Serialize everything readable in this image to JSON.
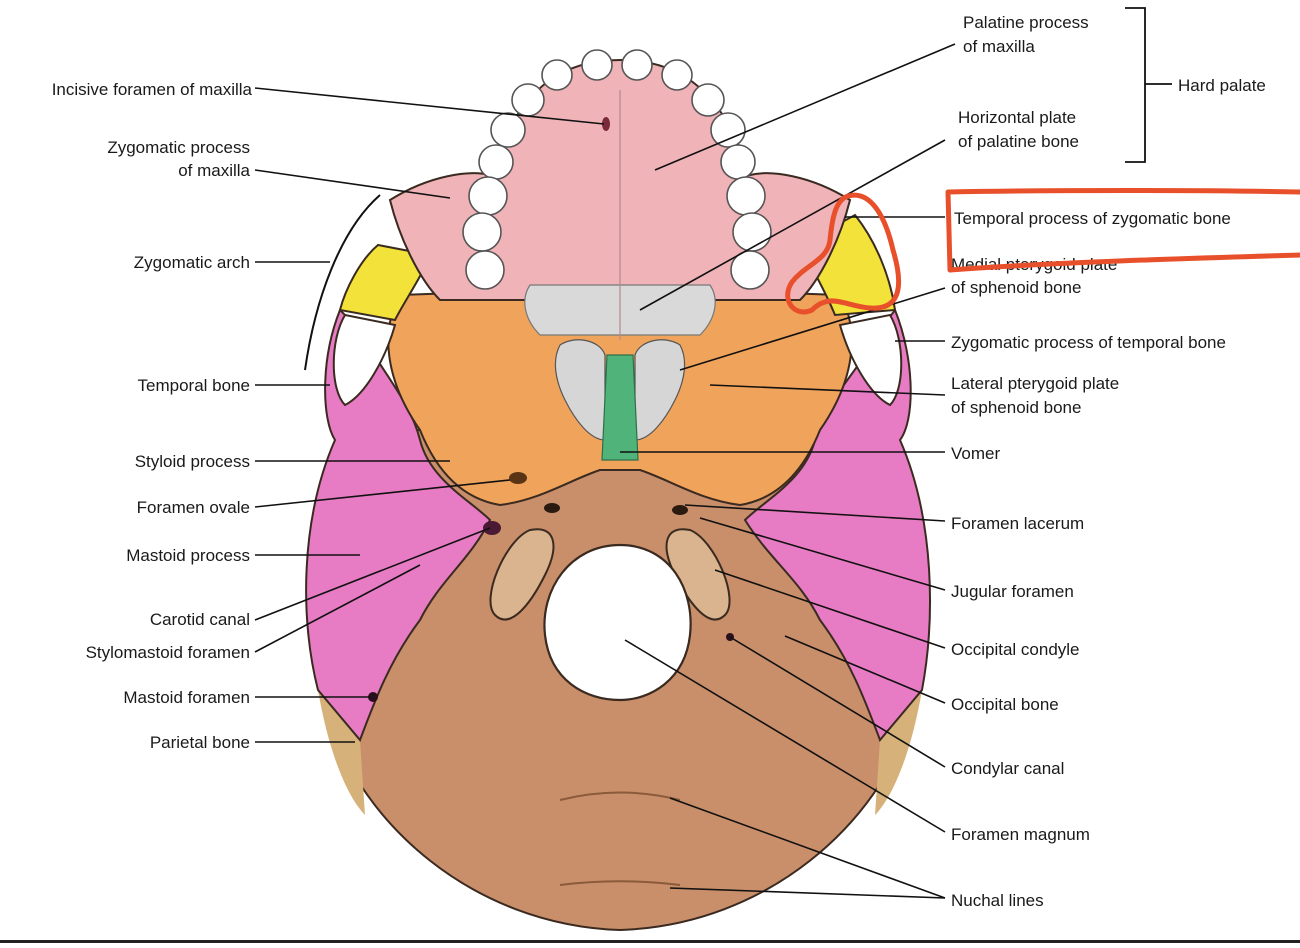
{
  "labels_left": [
    {
      "key": "incisive",
      "text": "Incisive foramen of maxilla"
    },
    {
      "key": "zyg_max_1",
      "text": "Zygomatic process"
    },
    {
      "key": "zyg_max_2",
      "text": "of maxilla"
    },
    {
      "key": "zyg_arch",
      "text": "Zygomatic arch"
    },
    {
      "key": "temporal",
      "text": "Temporal bone"
    },
    {
      "key": "styloid",
      "text": "Styloid process"
    },
    {
      "key": "ovale",
      "text": "Foramen ovale"
    },
    {
      "key": "mastoid_proc",
      "text": "Mastoid process"
    },
    {
      "key": "carotid",
      "text": "Carotid canal"
    },
    {
      "key": "stylomastoid",
      "text": "Stylomastoid foramen"
    },
    {
      "key": "mastoid_for",
      "text": "Mastoid foramen"
    },
    {
      "key": "parietal",
      "text": "Parietal bone"
    }
  ],
  "labels_right": [
    {
      "key": "palatine_1",
      "text": "Palatine process"
    },
    {
      "key": "palatine_2",
      "text": "of maxilla"
    },
    {
      "key": "horizontal_1",
      "text": "Horizontal plate"
    },
    {
      "key": "horizontal_2",
      "text": "of palatine bone"
    },
    {
      "key": "temporal_zyg",
      "text": "Temporal process of zygomatic bone"
    },
    {
      "key": "medial_1",
      "text": "Medial pterygoid plate"
    },
    {
      "key": "medial_2",
      "text": "of sphenoid bone"
    },
    {
      "key": "zyg_temp",
      "text": "Zygomatic process of temporal bone"
    },
    {
      "key": "lateral_1",
      "text": "Lateral pterygoid plate"
    },
    {
      "key": "lateral_2",
      "text": "of sphenoid bone"
    },
    {
      "key": "vomer",
      "text": "Vomer"
    },
    {
      "key": "lacerum",
      "text": "Foramen lacerum"
    },
    {
      "key": "jugular",
      "text": "Jugular foramen"
    },
    {
      "key": "condyle",
      "text": "Occipital condyle"
    },
    {
      "key": "occipital",
      "text": "Occipital bone"
    },
    {
      "key": "condylar",
      "text": "Condylar canal"
    },
    {
      "key": "magnum",
      "text": "Foramen magnum"
    },
    {
      "key": "nuchal",
      "text": "Nuchal lines"
    }
  ],
  "bracket_label": "Hard palate",
  "colors": {
    "maxilla_pink": "#efb3b8",
    "palatine_grey": "#d9d9d9",
    "zygomatic_yellow": "#f2e23a",
    "sphenoid_orange": "#f0a35a",
    "temporal_magenta": "#e77bc4",
    "occipital_brown": "#c98e6a",
    "parietal_tan": "#d6b27a",
    "vomer_green": "#4fb37a",
    "annotation_red": "#e8502b"
  }
}
